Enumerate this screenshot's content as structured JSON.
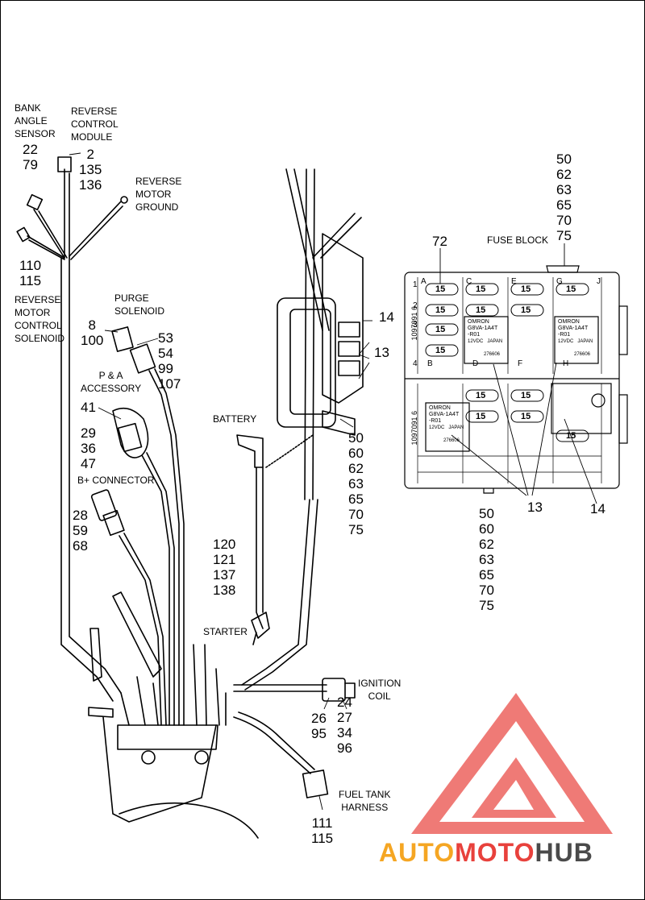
{
  "labels": {
    "bank_angle_sensor": "BANK\nANGLE\nSENSOR",
    "reverse_control_module": "REVERSE\nCONTROL\nMODULE",
    "reverse_motor_ground": "REVERSE\nMOTOR\nGROUND",
    "reverse_motor_control_solenoid": "REVERSE\nMOTOR\nCONTROL\nSOLENOID",
    "purge_solenoid": "PURGE\nSOLENOID",
    "pa_accessory": "P & A\nACCESSORY",
    "b_plus_connector": "B+ CONNECTOR",
    "battery": "BATTERY",
    "starter": "STARTER",
    "ignition_coil": "IGNITION\nCOIL",
    "fuel_tank_harness": "FUEL TANK\nHARNESS",
    "fuse_block": "FUSE BLOCK"
  },
  "callouts": {
    "bank_angle": "22\n79",
    "reverse_module": "2\n135\n136",
    "reverse_solenoid": "110\n115",
    "purge": "8\n100",
    "purge_conn": "53\n54\n99\n107",
    "accessory": "41",
    "accessory_conn": "29\n36\n47",
    "b_plus": "28\n59\n68",
    "battery_cable": "120\n121\n137\n138",
    "relay_frame_14": "14",
    "relay_frame_13": "13",
    "frame_list": "50\n60\n62\n63\n65\n70\n75",
    "ignition_left": "26\n95",
    "ignition_right": "24\n27\n34\n96",
    "fuel_tank": "111\n115",
    "fuse_top_list": "50\n62\n63\n65\n70\n75",
    "fuse_72": "72",
    "fuse_bottom_list": "50\n60\n62\n63\n65\n70\n75",
    "fuse_13": "13",
    "fuse_14": "14"
  },
  "fuse_block": {
    "fuse_rating": "15",
    "side_number": "1097091 6",
    "top_letters": [
      "A",
      "C",
      "E",
      "G",
      "J"
    ],
    "mid_letters": [
      "B",
      "D",
      "F",
      "H"
    ],
    "left_numbers": [
      "1",
      "2",
      "3",
      "4"
    ],
    "relay": {
      "brand": "OMRON",
      "model": "G8VA-1A4T\n-R01",
      "spec": "12VDC   JAPAN",
      "code": "276606"
    },
    "relay_alt": {
      "brand": "OMRON",
      "model": "G8VA-1A4T\n-R01",
      "spec": "12VDC   JAPAN",
      "code": "276606"
    }
  },
  "watermark": {
    "part1": "AUTO",
    "part2": "MOTO",
    "part3": "HUB",
    "color1": "#F5A623",
    "color2": "#E8413C",
    "color3": "#4A4A4A",
    "logo_color": "#E8413C"
  }
}
